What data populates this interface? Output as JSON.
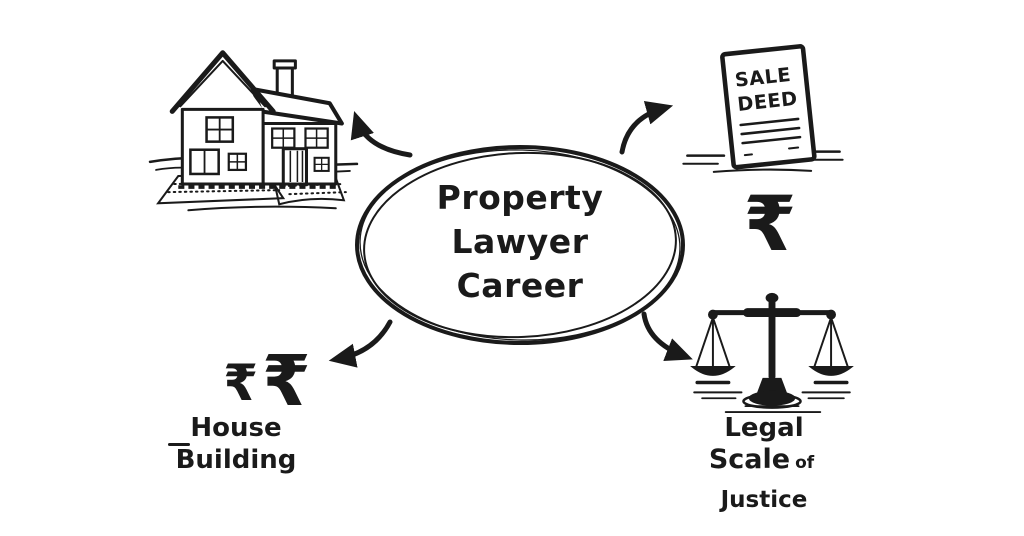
{
  "colors": {
    "ink": "#1a1a1a",
    "background": "#ffffff"
  },
  "center_bubble": {
    "lines": [
      "Property",
      "Lawyer",
      "Career"
    ]
  },
  "nodes": {
    "sale_deed": {
      "title_lines": [
        "SALE",
        "DEED"
      ]
    },
    "rupee_right": {
      "symbol": "₹"
    },
    "rupee_pair": {
      "small": "₹",
      "large": "₹"
    },
    "house_label": {
      "lines": [
        "House",
        "Building"
      ]
    },
    "legal_label": {
      "line1": "Legal",
      "scale": "Scale",
      "of": "of",
      "justice": "Justice"
    }
  }
}
